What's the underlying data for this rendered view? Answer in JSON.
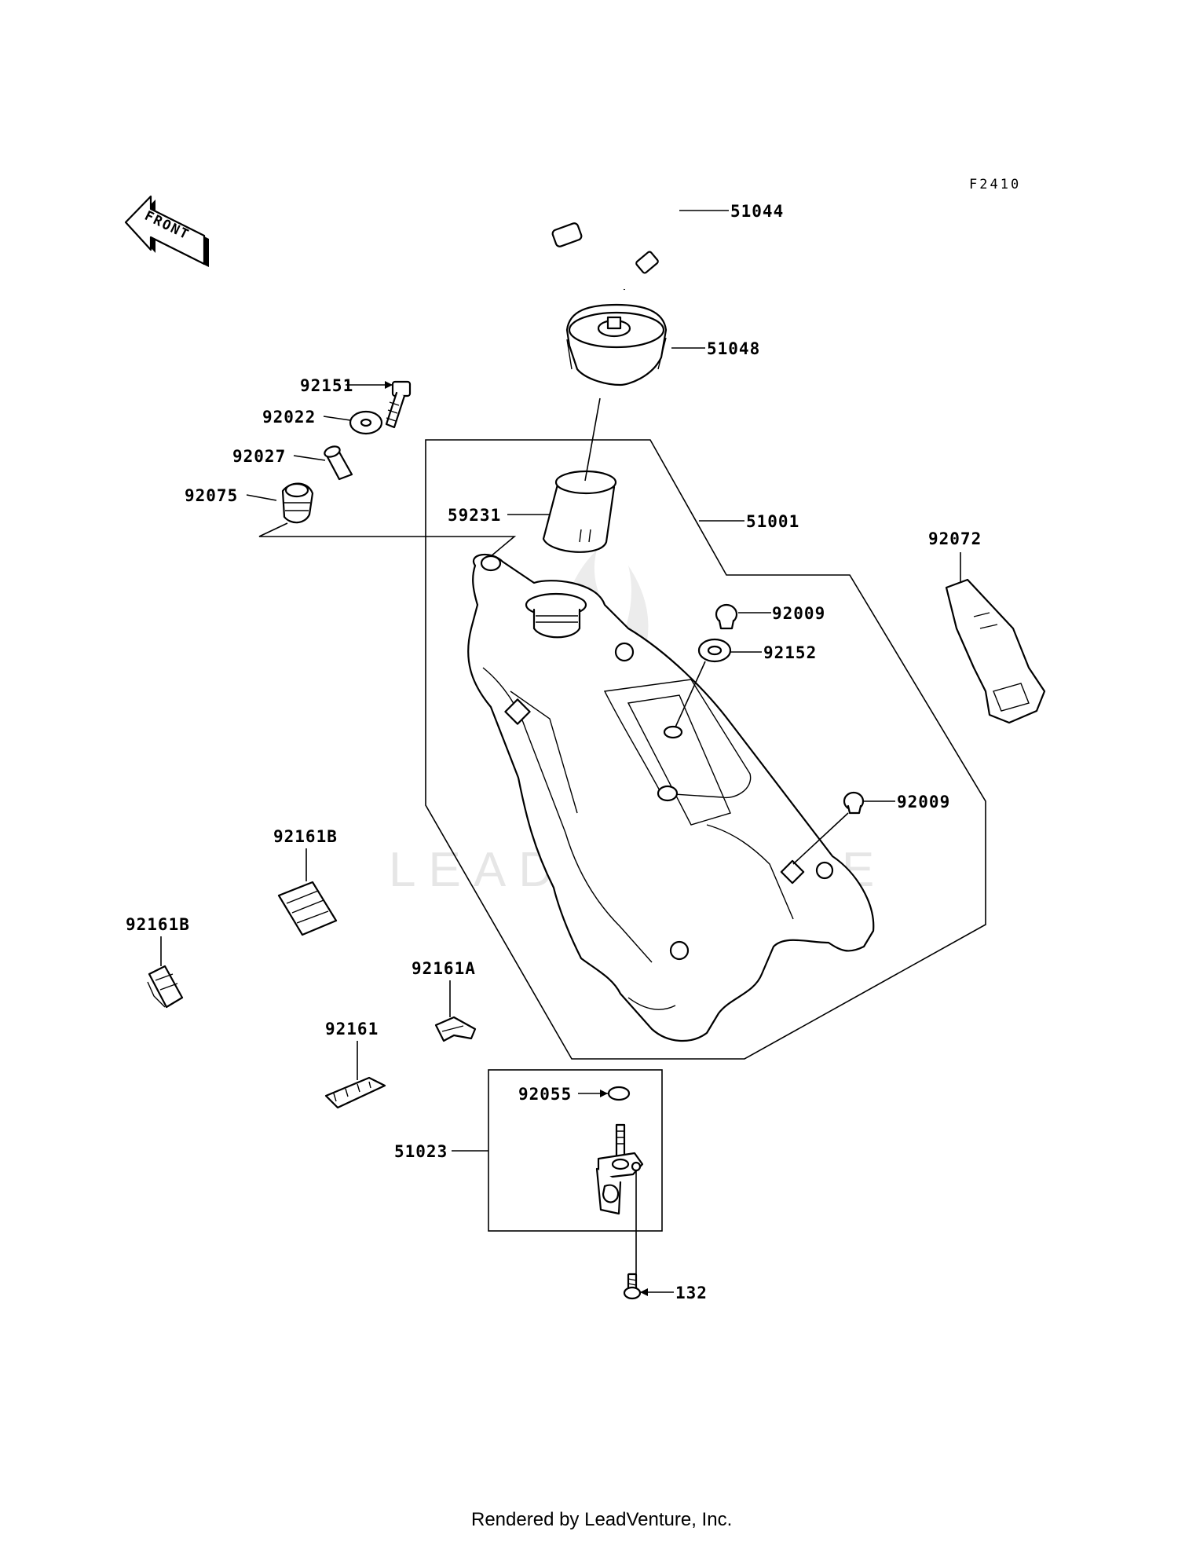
{
  "figure_code": "F2410",
  "front_arrow_label": "FRONT",
  "watermark": "LEADVENTURE",
  "footer": "Rendered by LeadVenture, Inc.",
  "parts": {
    "p51044": "51044",
    "p51048": "51048",
    "p92151": "92151",
    "p92022": "92022",
    "p92027": "92027",
    "p92075": "92075",
    "p59231": "59231",
    "p51001": "51001",
    "p92072": "92072",
    "p92009a": "92009",
    "p92152": "92152",
    "p92009b": "92009",
    "p92161B_a": "92161B",
    "p92161B_b": "92161B",
    "p92161A": "92161A",
    "p92161": "92161",
    "p92055": "92055",
    "p51023": "51023",
    "p132": "132"
  }
}
